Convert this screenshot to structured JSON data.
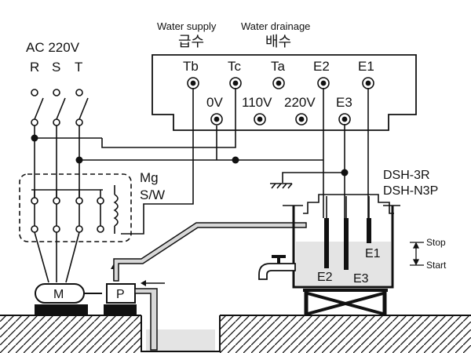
{
  "title": {
    "water_supply": "Water supply",
    "water_drainage": "Water drainage",
    "water_supply_ko": "급수",
    "water_drainage_ko": "배수"
  },
  "power": {
    "label": "AC 220V",
    "phases": [
      "R",
      "S",
      "T"
    ]
  },
  "relay_terminals": {
    "top": [
      "Tb",
      "Tc",
      "Ta",
      "E2",
      "E1"
    ],
    "bottom": [
      "0V",
      "110V",
      "220V",
      "E3"
    ]
  },
  "contactor": {
    "label_line1": "Mg",
    "label_line2": "S/W"
  },
  "model": {
    "line1": "DSH-3R",
    "line2": "DSH-N3P"
  },
  "motor_label": "M",
  "pump_label": "P",
  "electrodes": [
    "E1",
    "E2",
    "E3"
  ],
  "levels": {
    "stop": "Stop",
    "start": "Start"
  },
  "colors": {
    "line": "#111111",
    "water": "#e4e4e4",
    "pipe_fill": "#d8d8d8"
  }
}
